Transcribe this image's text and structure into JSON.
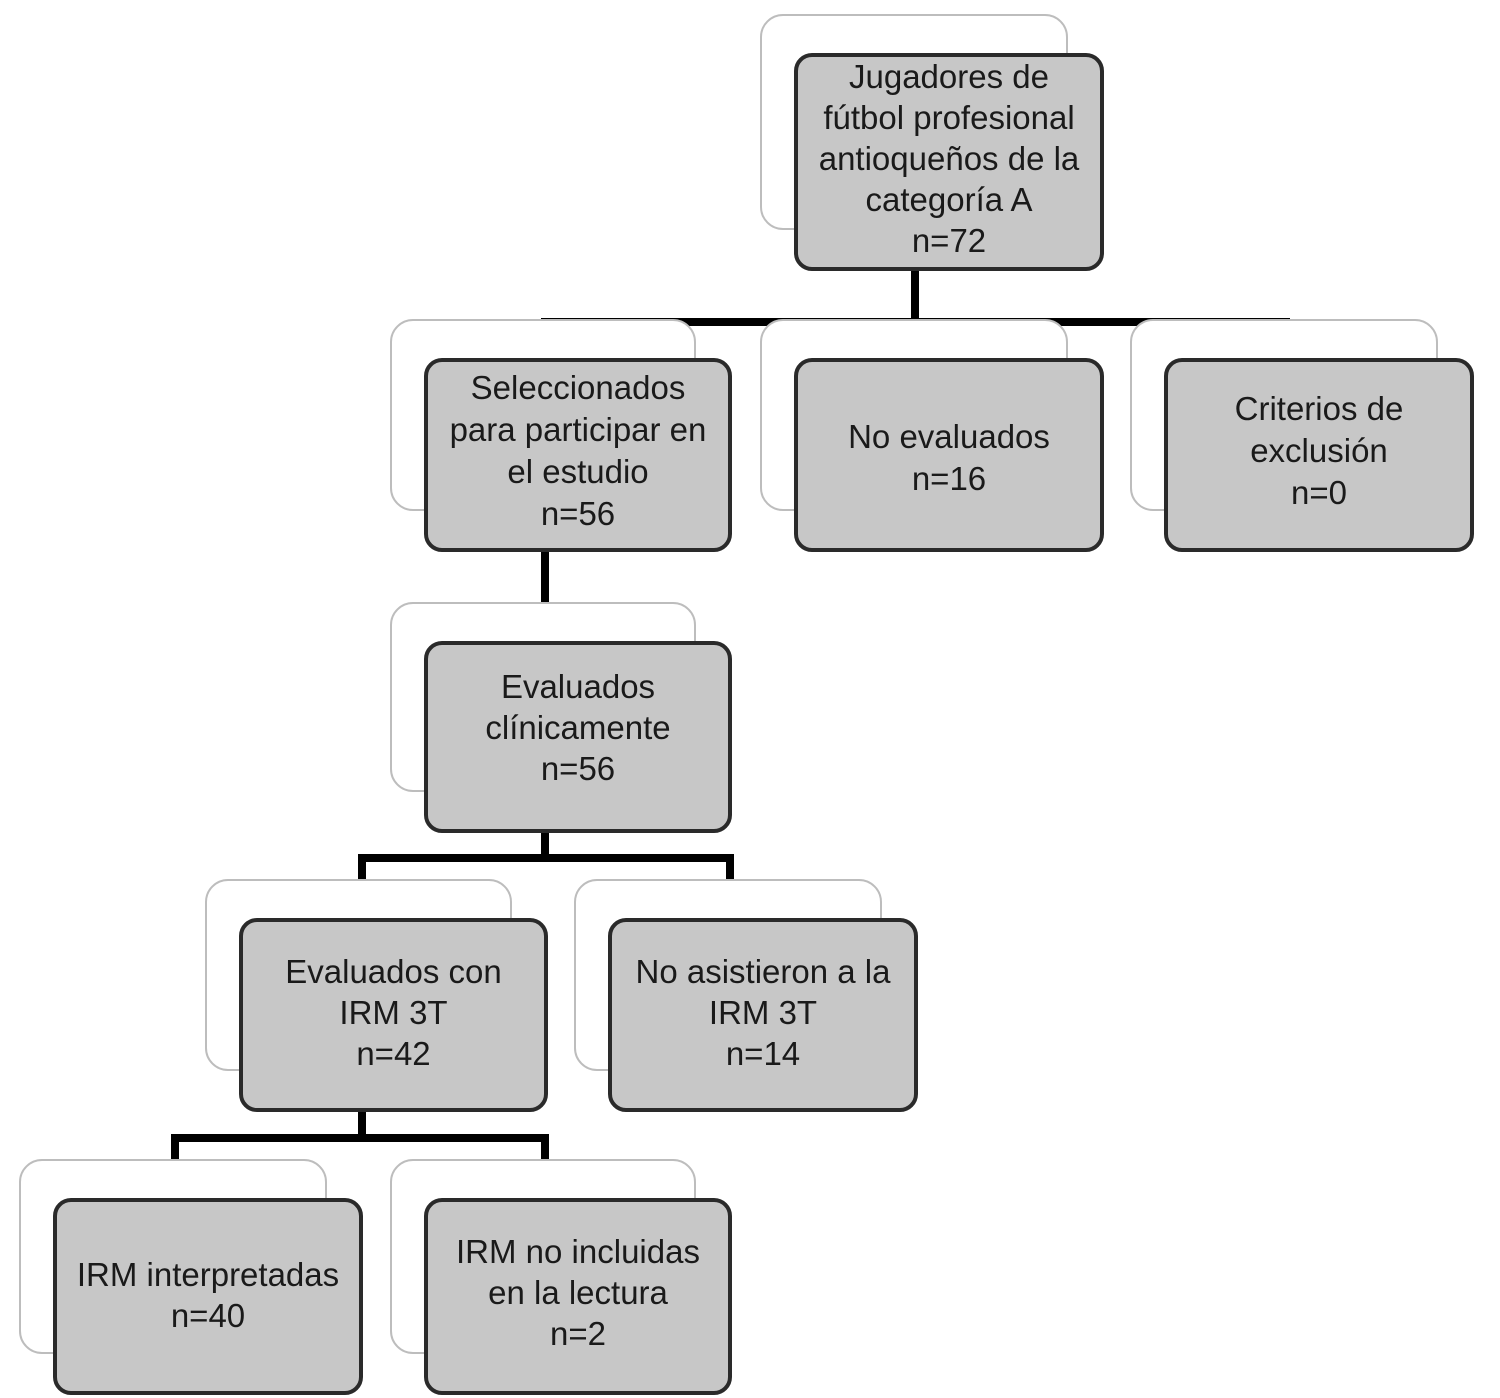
{
  "nodes": [
    {
      "id": "jugadores",
      "lines": [
        "Jugadores de",
        "fútbol profesional",
        "antioqueños de la",
        "categoría A",
        "n=72"
      ]
    },
    {
      "id": "seleccionados",
      "lines": [
        "Seleccionados",
        "para participar en",
        "el estudio",
        "n=56"
      ]
    },
    {
      "id": "no-evaluados",
      "lines": [
        "No evaluados",
        "n=16"
      ]
    },
    {
      "id": "criterios-exclusion",
      "lines": [
        "Criterios de",
        "exclusión",
        "n=0"
      ]
    },
    {
      "id": "evaluados-clinicamente",
      "lines": [
        "Evaluados",
        "clínicamente",
        "n=56"
      ]
    },
    {
      "id": "evaluados-irm",
      "lines": [
        "Evaluados con",
        "IRM 3T",
        "n=42"
      ]
    },
    {
      "id": "no-asistieron",
      "lines": [
        "No asistieron a la",
        "IRM 3T",
        "n=14"
      ]
    },
    {
      "id": "irm-interpretadas",
      "lines": [
        "IRM interpretadas",
        "n=40"
      ]
    },
    {
      "id": "irm-no-incluidas",
      "lines": [
        "IRM no incluidas",
        "en la lectura",
        "n=2"
      ]
    }
  ]
}
